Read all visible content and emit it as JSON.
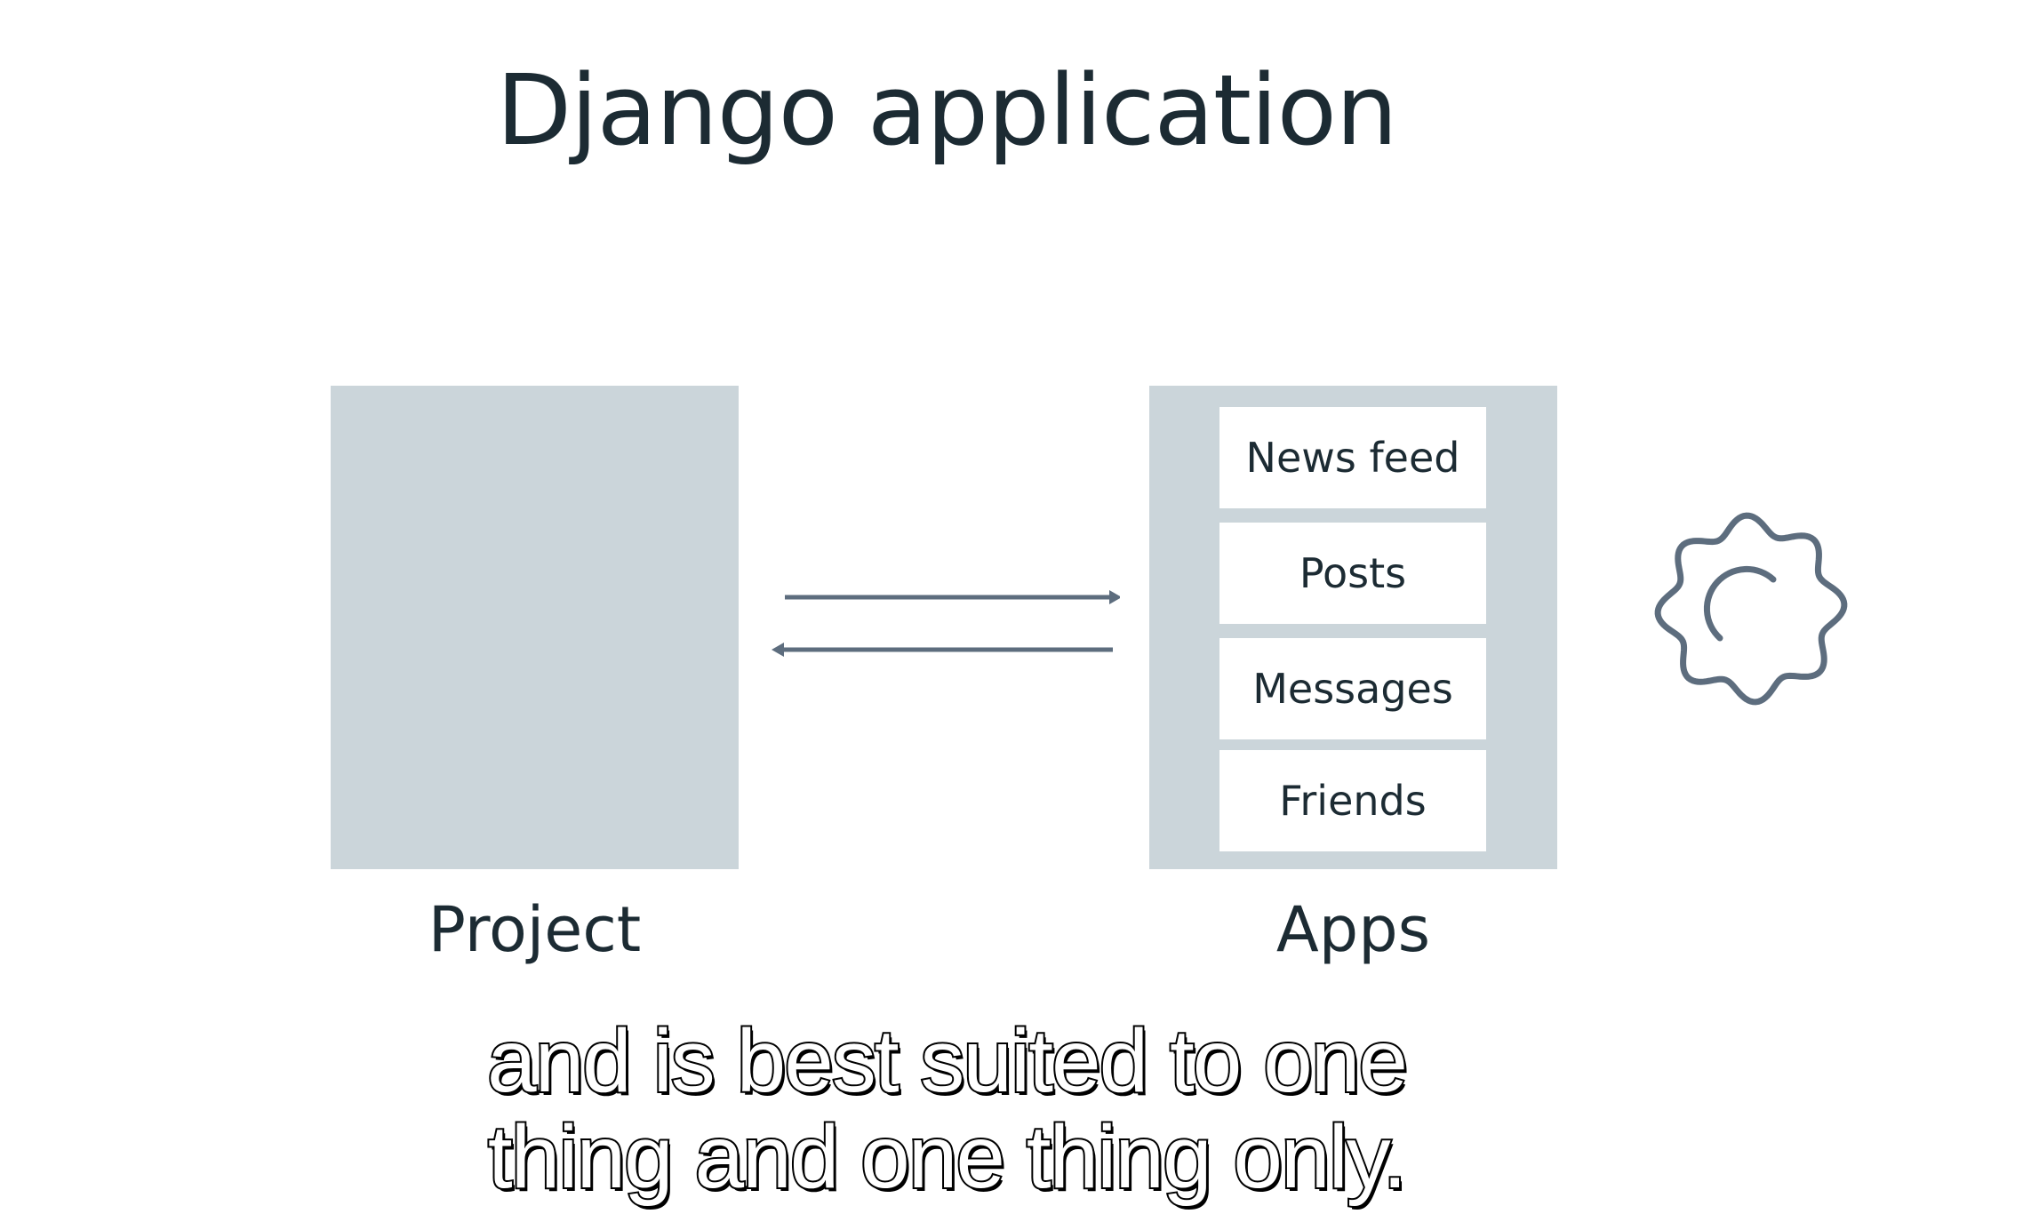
{
  "title": "Django application",
  "project": {
    "label": "Project"
  },
  "apps": {
    "label": "Apps",
    "items": [
      "News feed",
      "Posts",
      "Messages",
      "Friends"
    ]
  },
  "colors": {
    "box_fill": "#cbd5da",
    "text": "#1c2b33",
    "arrow": "#5d6d7e",
    "gear": "#5d6d7e"
  },
  "icons": {
    "arrows": "bidirectional-arrows-icon",
    "gear": "gear-icon"
  },
  "subtitles": {
    "line1": "and is best suited to one",
    "line2": "thing and one thing only."
  }
}
